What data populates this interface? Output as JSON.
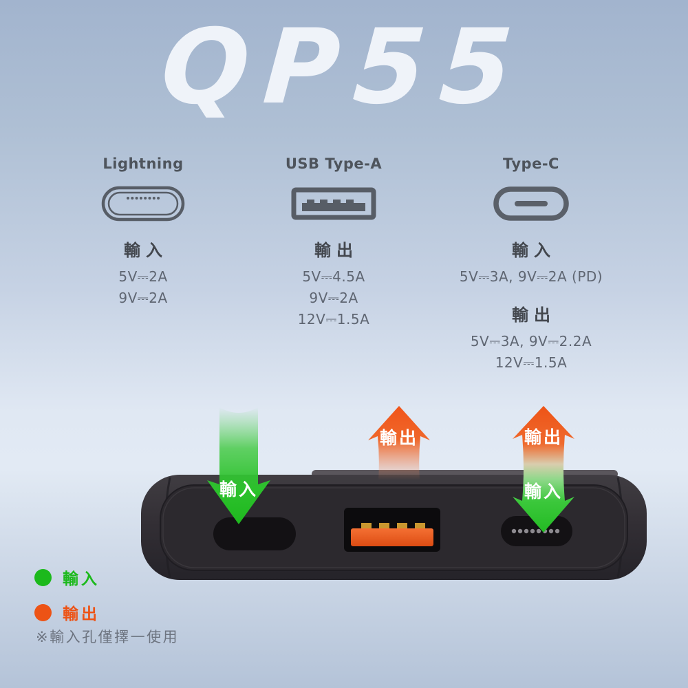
{
  "title": "QP55",
  "colors": {
    "background_top": "#a2b4ce",
    "background_mid": "#e0e8f3",
    "input_green": "#1cb91c",
    "output_orange": "#ed5315",
    "port_icon_gray": "#575d66",
    "device_body": "#343137"
  },
  "columns": [
    {
      "name": "Lightning",
      "icon": "lightning-port-icon",
      "sections": [
        {
          "heading": "輸入",
          "lines": [
            "5V⎓2A",
            "9V⎓2A"
          ]
        }
      ]
    },
    {
      "name": "USB Type-A",
      "icon": "usb-a-port-icon",
      "sections": [
        {
          "heading": "輸出",
          "lines": [
            "5V⎓4.5A",
            "9V⎓2A",
            "12V⎓1.5A"
          ]
        }
      ]
    },
    {
      "name": "Type-C",
      "icon": "usb-c-port-icon",
      "sections": [
        {
          "heading": "輸入",
          "lines": [
            "5V⎓3A, 9V⎓2A (PD)"
          ]
        },
        {
          "heading": "輸出",
          "lines": [
            "5V⎓3A, 9V⎓2.2A",
            "12V⎓1.5A"
          ]
        }
      ]
    }
  ],
  "arrows": {
    "lightning_input": "輸入",
    "usba_output": "輸出",
    "typec_output": "輸出",
    "typec_input": "輸入"
  },
  "legend": [
    {
      "label": "輸入",
      "meaning": "input",
      "color": "#1cb91c"
    },
    {
      "label": "輸出",
      "meaning": "output",
      "color": "#ed5315"
    }
  ],
  "note": "※輸入孔僅擇一使用"
}
